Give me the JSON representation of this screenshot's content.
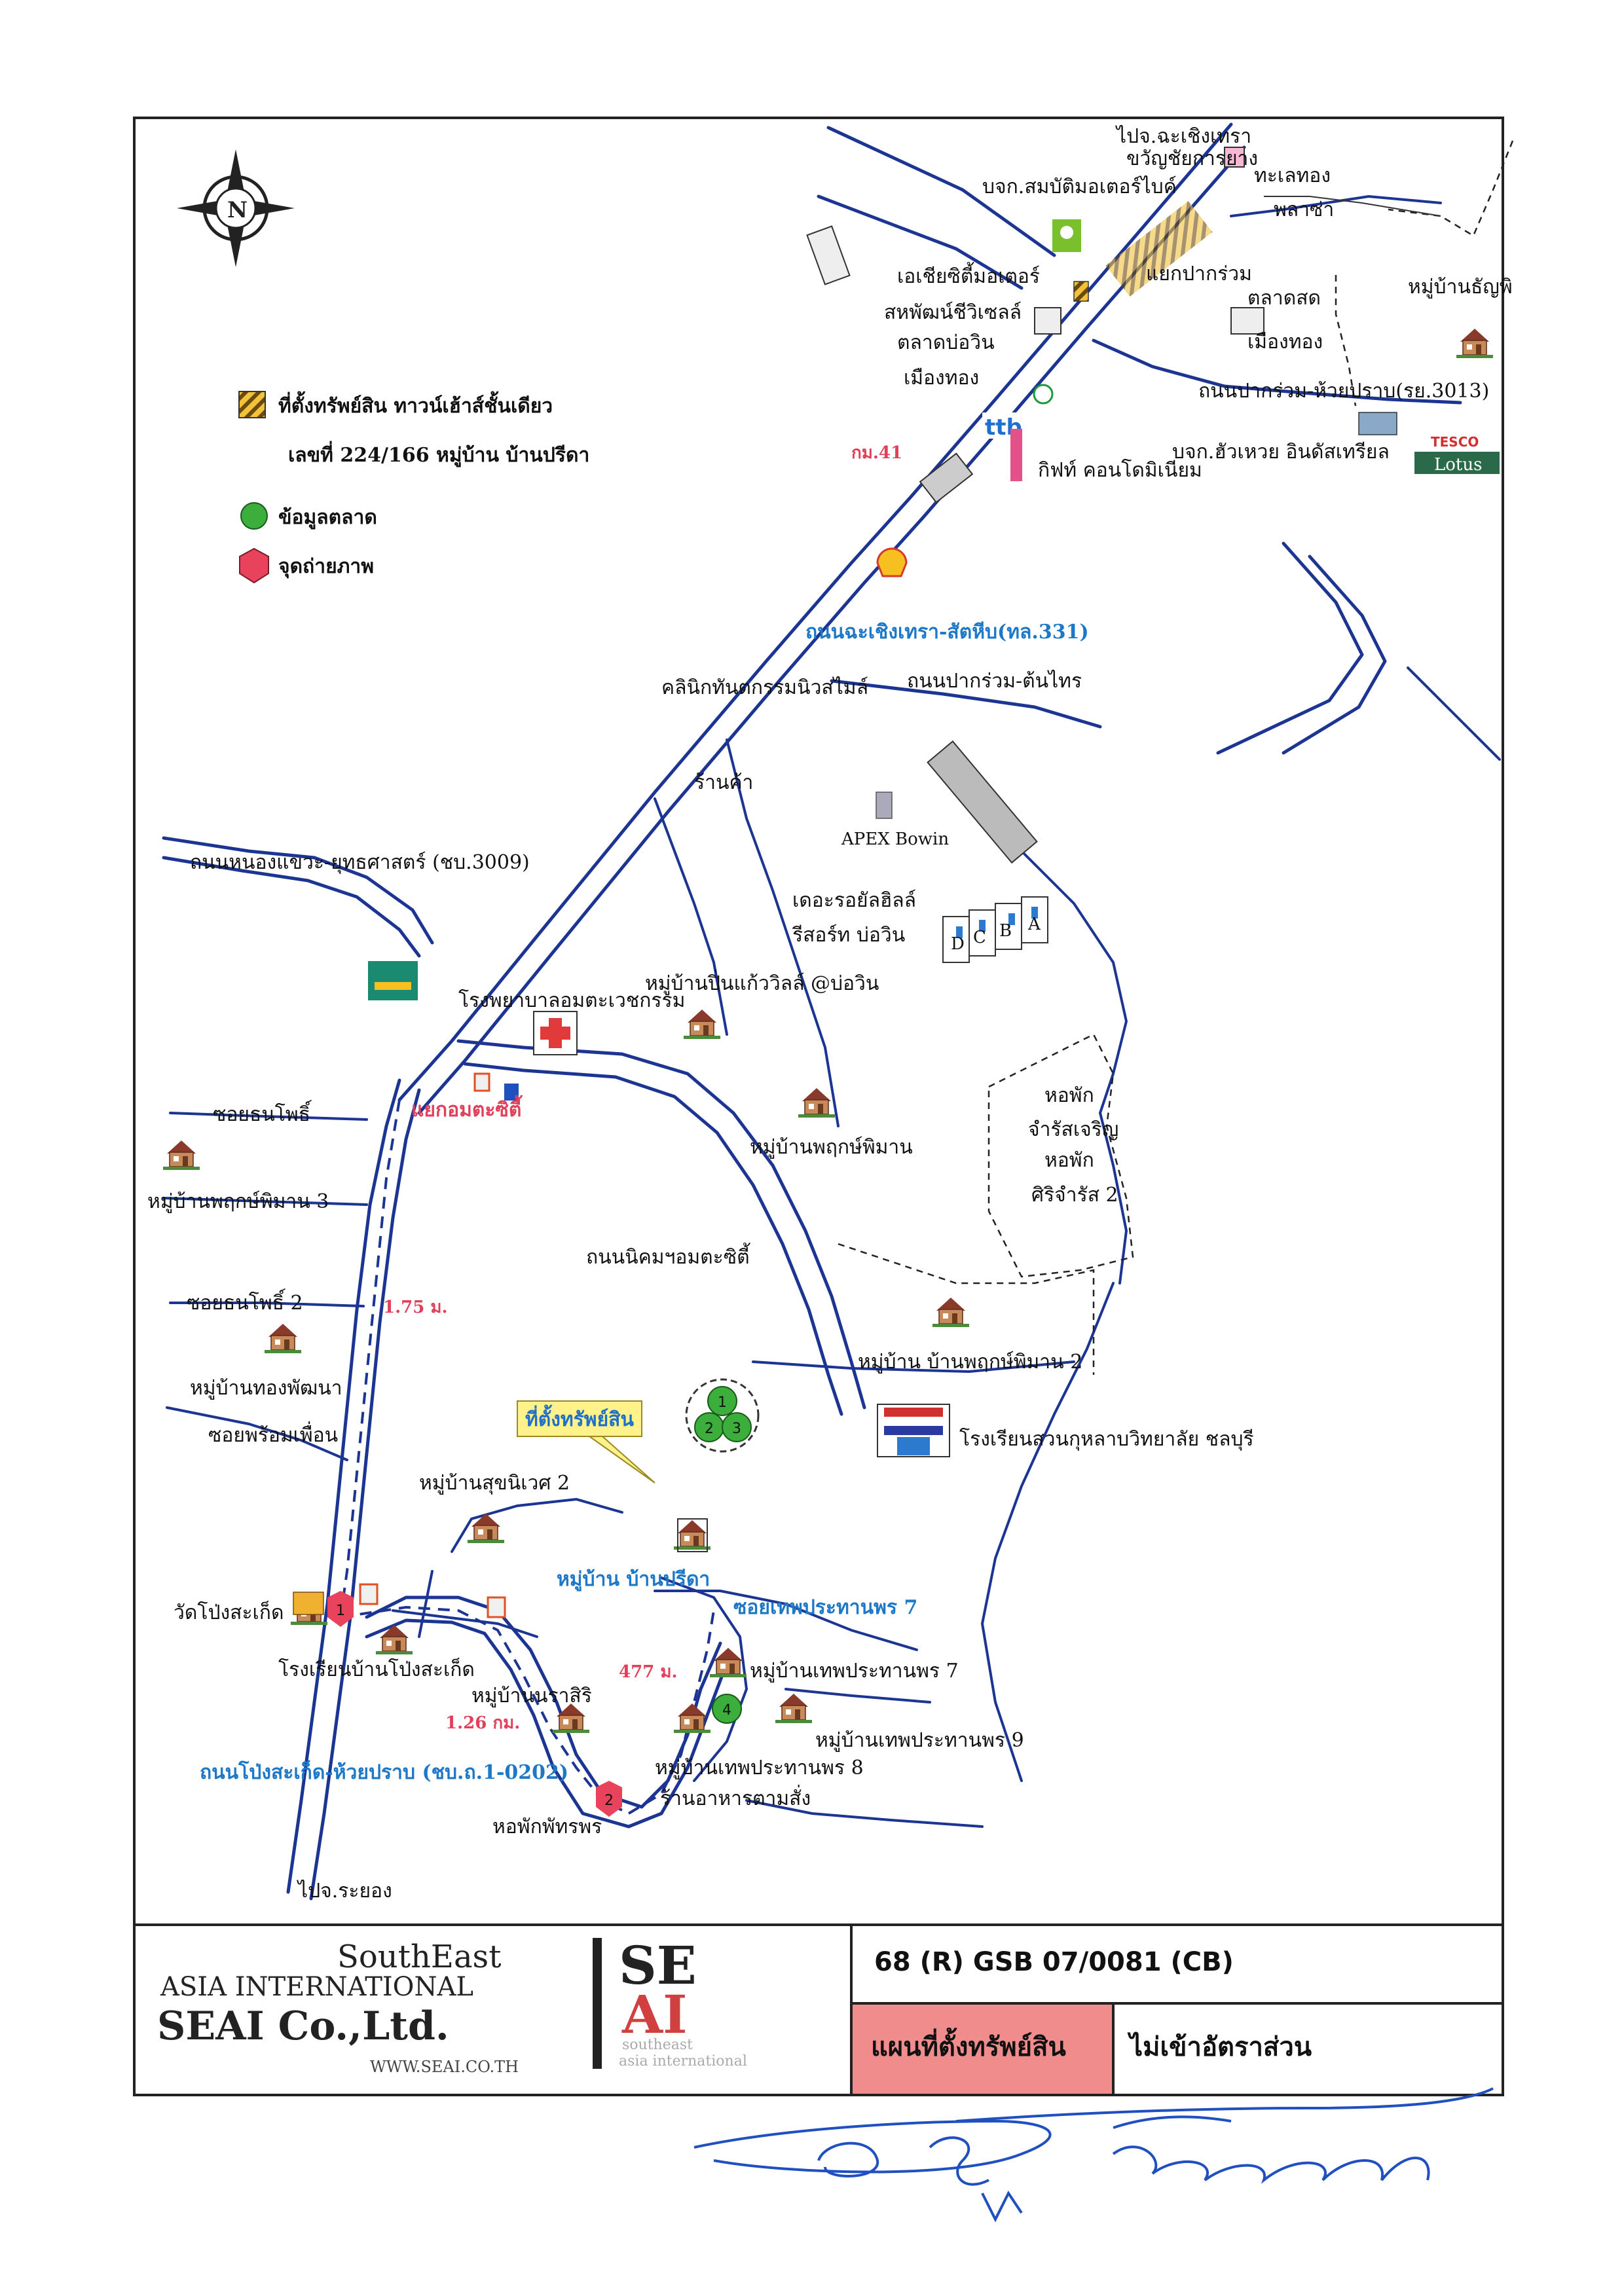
{
  "legend": {
    "property_line1": "ที่ตั้งทรัพย์สิน  ทาวน์เฮ้าส์ชั้นเดียว",
    "property_line2": "เลขที่ 224/166  หมู่บ้าน บ้านปรีดา",
    "market": "ข้อมูลตลาด",
    "photo": "จุดถ่ายภาพ"
  },
  "places": {
    "to_chachoengsao": "ไปจ.ฉะเชิงเทรา",
    "khwan_chai": "ขวัญชัยการยาง",
    "sombat_motor": "บจก.สมบัติมอเตอร์ไบค์",
    "thale_thong": "ทะเลทอง",
    "plaza": "พลาซ่า",
    "asia_motor": "เอเชียซิตี้มอเตอร์",
    "sahapat": "สหพัฒน์ชีวิเซลล์",
    "talat_bowin": "ตลาดบ่อวิน",
    "mueang_thong": "เมืองทอง",
    "yaek_pak_ruam": "แยกปากร่วม",
    "talat_sot": "ตลาดสด",
    "mueang_thong2": "เมืองทอง",
    "chanya_village": "หมู่บ้านธัญพิ",
    "road_pak_ruam_huai_prap": "ถนนปากร่วม-ห้วยปราบ(รย.3013)",
    "km41": "กม.41",
    "gift_condo": "กิฟท์ คอนโดมิเนียม",
    "hua_huai": "บจก.ฮัวเหวย อินดัสเทรียล",
    "tesco": "TESCO",
    "lotus": "Lotus",
    "road_331": "ถนนฉะเชิงเทรา-สัตหีบ(ทล.331)",
    "dental": "คลินิกทันตกรรมนิวสไมล์",
    "road_pak_ruam_khao_thai": "ถนนปากร่วม-ต้นไทร",
    "shop": "ร้านค้า",
    "apex": "APEX Bowin",
    "resort1": "เดอะรอยัลฮิลล์",
    "resort2": "รีสอร์ท บ่อวิน",
    "road_3009": "ถนนหนองแขวะ-ยุทธศาสตร์ (ชบ.3009)",
    "hospital": "โรงพยาบาลอมตะเวชกรรม",
    "pin_kaew": "หมู่บ้านปิ่นแก้ววิลล์ @บ่อวิน",
    "yaek_amata": "แยกอมตะซิตี้",
    "dorm1a": "หอพัก",
    "dorm1b": "จำรัสเจริญ",
    "dorm2a": "หอพัก",
    "dorm2b": "ศิริจำรัส 2",
    "soi_thon_pho": "ซอยธนโพธิ์",
    "phruek_phiman": "หมู่บ้านพฤกษ์พิมาน",
    "phruek_phiman3": "หมู่บ้านพฤกษ์พิมาน 3",
    "road_nikhom": "ถนนนิคมฯอมตะซิตี้",
    "soi_thon_pho2": "ซอยธนโพธิ์ 2",
    "dist_175": "1.75 ม.",
    "thong_phatthana": "หมู่บ้านทองพัฒนา",
    "phruek_phiman2": "หมู่บ้าน บ้านพฤกษ์พิมาน 2",
    "property_tag": "ที่ตั้งทรัพย์สิน",
    "soi_phrom_phuean": "ซอยพร้อมเพื่อน",
    "suk_niwet2": "หมู่บ้านสุขนิเวศ 2",
    "school_suan": "โรงเรียนสวนกุหลาบวิทยาลัย ชลบุรี",
    "ban_prida": "หมู่บ้าน บ้านปรีดา",
    "soi_thep7": "ซอยเทพประทานพร 7",
    "wat": "วัดโป่งสะเก็ด",
    "school_pong": "โรงเรียนบ้านโป่งสะเก็ด",
    "dist_477": "477 ม.",
    "thep7": "หมู่บ้านเทพประทานพร 7",
    "nara_siri": "หมู่บ้านนราสิริ",
    "dist_126": "1.26 กม.",
    "thep9": "หมู่บ้านเทพประทานพร 9",
    "thep8": "หมู่บ้านเทพประทานพร 8",
    "road_0202": "ถนนโป่งสะเก็ด-ห้วยปราบ (ชบ.ถ.1-0202)",
    "restaurant": "ร้านอาหารตามสั่ง",
    "dorm_phat": "หอพักพัทรพร",
    "to_rayong": "ไปจ.ระยอง"
  },
  "markers": {
    "photo1": "1",
    "photo2": "2",
    "m1": "1",
    "m2": "2",
    "m3": "3",
    "m4": "4",
    "compass": "N"
  },
  "blocks": {
    "a": "A",
    "b": "B",
    "c": "C",
    "d": "D"
  },
  "footer": {
    "company_line1": "SouthEast",
    "company_line2": "ASIA INTERNATIONAL",
    "company_line3": "SEAI Co.,Ltd.",
    "company_web": "WWW.SEAI.CO.TH",
    "logo_se": "SE",
    "logo_ai": "AI",
    "logo_sub1": "southeast",
    "logo_sub2": "asia international",
    "report_no": "68 (R) GSB 07/0081 (CB)",
    "doc_title": "แผนที่ตั้งทรัพย์สิน",
    "scale_note": "ไม่เข้าอัตราส่วน"
  },
  "colors": {
    "road": "#1c3593",
    "label_blue": "#1e78c8",
    "label_red": "#e0405a",
    "market_green": "#3cae3c",
    "photo_red": "#e8425c",
    "doc_title_bg": "#f08c8c",
    "property_hatch": "#e8b020"
  }
}
